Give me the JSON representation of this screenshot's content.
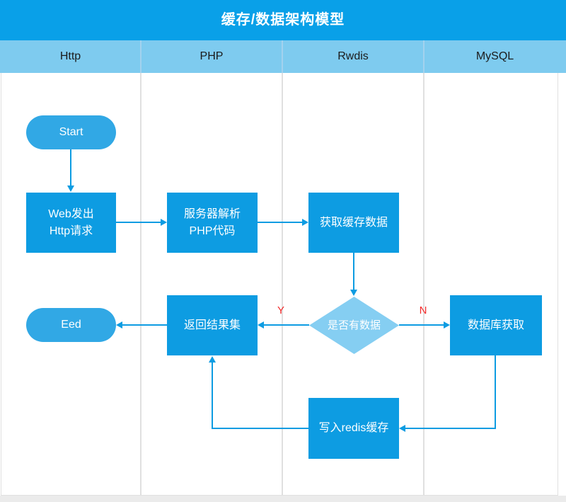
{
  "title": "缓存/数据架构模型",
  "lanes": [
    {
      "label": "Http"
    },
    {
      "label": "PHP"
    },
    {
      "label": "Rwdis"
    },
    {
      "label": "MySQL"
    }
  ],
  "nodes": {
    "start": {
      "label": "Start",
      "shape": "terminal",
      "lane": "Http"
    },
    "web_request": {
      "label": "Web发出\nHttp请求",
      "shape": "process",
      "lane": "Http"
    },
    "parse_php": {
      "label": "服务器解析\nPHP代码",
      "shape": "process",
      "lane": "PHP"
    },
    "get_cache": {
      "label": "获取缓存数据",
      "shape": "process",
      "lane": "Rwdis"
    },
    "has_data": {
      "label": "是否有数据",
      "shape": "decision",
      "lane": "Rwdis"
    },
    "return_result": {
      "label": "返回结果集",
      "shape": "process",
      "lane": "PHP"
    },
    "end": {
      "label": "Eed",
      "shape": "terminal",
      "lane": "Http"
    },
    "db_fetch": {
      "label": "数据库获取",
      "shape": "process",
      "lane": "MySQL"
    },
    "write_redis": {
      "label": "写入redis缓存",
      "shape": "process",
      "lane": "Rwdis"
    }
  },
  "edge_labels": {
    "yes": "Y",
    "no": "N"
  },
  "colors": {
    "title_bar": "#09A0E8",
    "lane_header": "#7ECBEF",
    "process_fill": "#0D9CE2",
    "terminal_fill": "#31A8E5",
    "decision_fill": "#85CEF2",
    "connector": "#0D9CE2",
    "branch_label": "#F22B2B",
    "lane_border": "#E0E0E0",
    "header_text": "#1B1B1B"
  }
}
